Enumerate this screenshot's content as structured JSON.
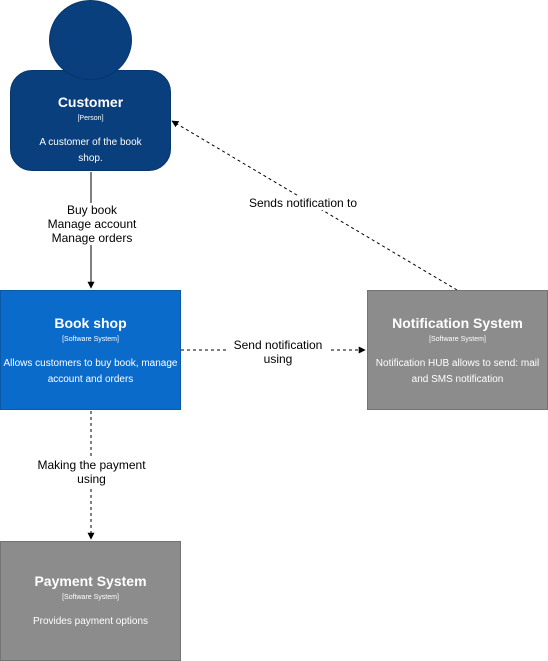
{
  "customer": {
    "name": "Customer",
    "type": "[Person]",
    "description": "A customer of the book shop.",
    "color": "#083f7c"
  },
  "book_shop": {
    "name": "Book shop",
    "type": "[Software System]",
    "description": "Allows customers to buy book, manage account and orders",
    "color": "#0b6bcb"
  },
  "notification_system": {
    "name": "Notification System",
    "type": "[Software System]",
    "description": "Notification HUB allows to send: mail and SMS notification",
    "color": "#8c8c8c"
  },
  "payment_system": {
    "name": "Payment System",
    "type": "[Software System]",
    "description": "Provides payment options",
    "color": "#8c8c8c"
  },
  "edges": {
    "customer_to_book_shop": {
      "line1": "Buy book",
      "line2": "Manage account",
      "line3": "Manage orders",
      "style": "solid"
    },
    "notification_to_customer": {
      "label": "Sends notification to",
      "style": "dashed"
    },
    "book_shop_to_notification": {
      "line1": "Send notification",
      "line2": "using",
      "style": "dashed"
    },
    "book_shop_to_payment": {
      "line1": "Making the payment",
      "line2": "using",
      "style": "dashed"
    }
  }
}
